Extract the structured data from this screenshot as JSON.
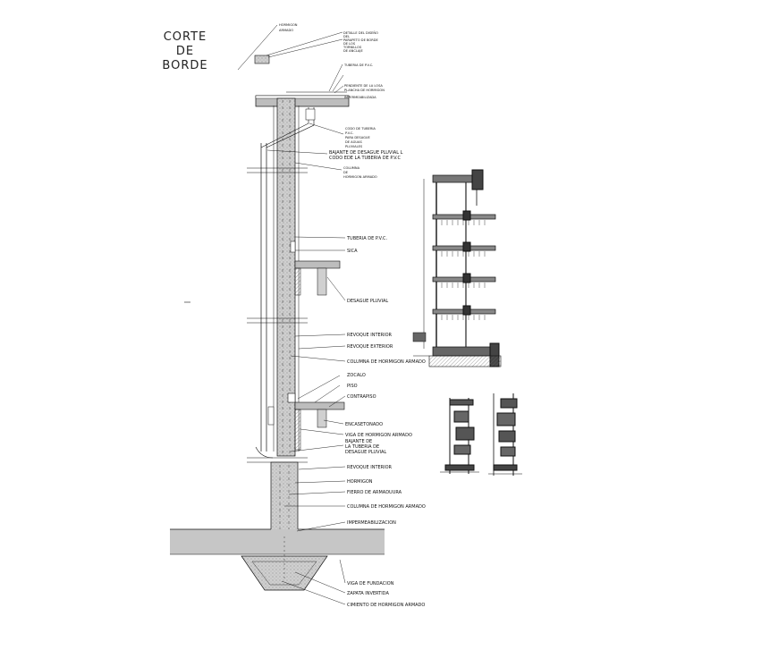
{
  "title": {
    "line1": "CORTE",
    "line2": "DE",
    "line3": "BORDE"
  },
  "top_labels": [
    "HORMIGON",
    "ARMADO",
    "DETALLE DEL DISEÑO",
    "DEL",
    "PARAPETO DE BORDE",
    "DE LOS",
    "TORNILLOS",
    "DE ANCLAJE",
    "TUBERIA DE P.V.C.",
    "PENDIENTE DE LA LOSA",
    "PLANCHA DE HORMIGON",
    "IMPERMEABILIZADA"
  ],
  "mid_labels": [
    "CODO DE TUBERIA",
    "P.V.C.",
    "PARA DESAGUE",
    "DE AGUAS",
    "PLUVIALES",
    "BAJANTE DE DESAGUE PLUVIAL L",
    "CODO EDE LA TUBERIA DE P.V.C",
    "COLUMNA",
    "DE",
    "HORMIGON ARMADO"
  ],
  "labels": {
    "tuberia": "TUBERIA DE P.V.C.",
    "sica": "SICA",
    "desague": "DESAGUE PLUVIAL",
    "revoque_interior_1": "REVOQUE INTERIOR",
    "revoque_exterior": "REVOQUE EXTERIOR",
    "columna_1": "COLUMNA DE HORMIGON ARMADO",
    "zocalo": "ZOCALO",
    "piso": "PISO",
    "contrapiso": "CONTRAPISO",
    "encasetonado": "ENCASETONADO",
    "viga": "VIGA DE HORMIGON ARMADO",
    "bajante_1": "BAJANTE DE",
    "bajante_2": "LA TUBERIA DE",
    "bajante_3": "DESAGUE PLUVIAL",
    "revoque_interior_2": "REVOQUE INTERIOR",
    "hormigon": "HORMIGON",
    "fierro": "FIERRO DE ARMADUURA",
    "columna_2": "COLUMNA DE HORMIGON ARMADO",
    "impermeabilizacion": "IMPERMEABILIZACION",
    "viga_fundacion": "VIGA DE FUNDACION",
    "zapata": "ZAPATA INVERTIDA",
    "cimiento": "CIMIENTO DE HORMIGON ARMADO"
  },
  "colors": {
    "ink": "#111111",
    "concrete": "#c8c8c8",
    "hatch": "#555555"
  }
}
